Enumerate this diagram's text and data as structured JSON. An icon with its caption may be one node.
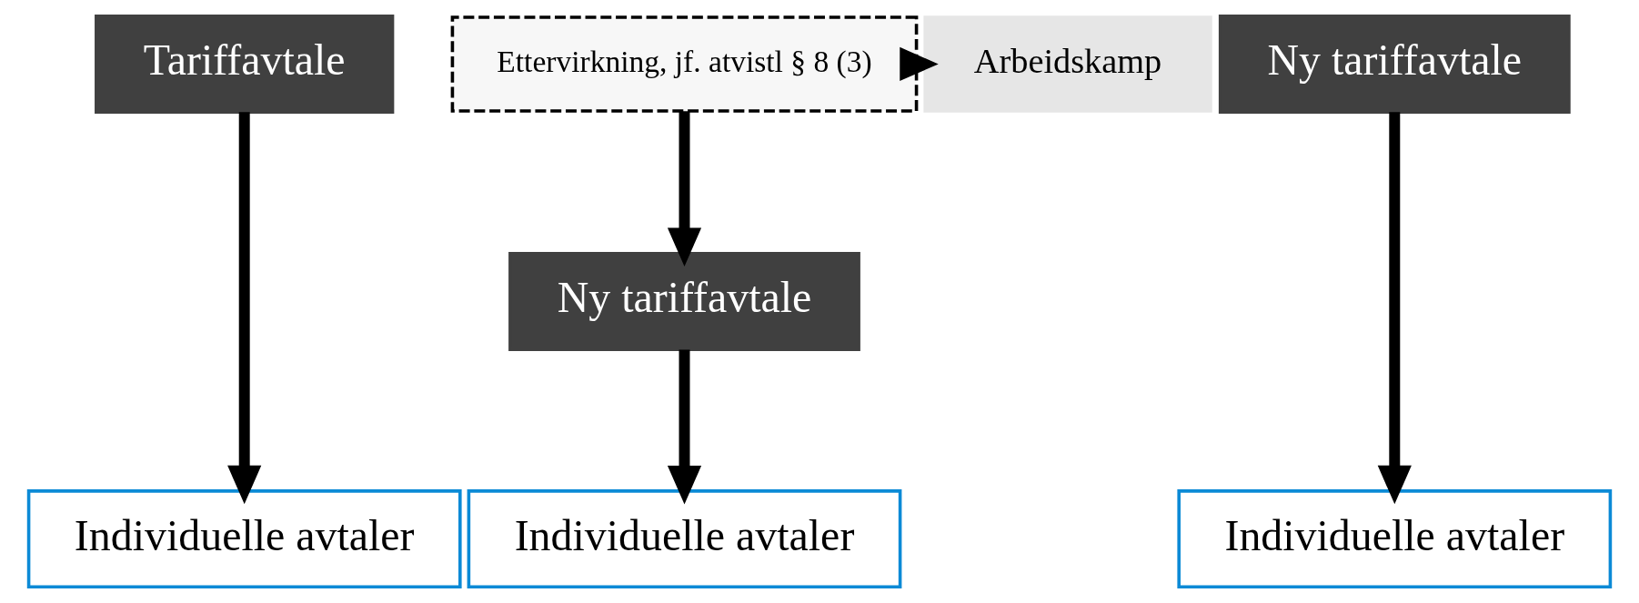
{
  "diagram": {
    "nodes": [
      {
        "text": [
          "Tariffavtale"
        ]
      },
      {
        "text": [
          "Ettervirkning, jf. atvistl § 8 (3)"
        ]
      },
      {
        "text": [
          "Arbeidskamp"
        ]
      },
      {
        "text": [
          "Ny tariffavtale"
        ]
      },
      {
        "text": [
          "Ny tariffavtale"
        ]
      },
      {
        "text": [
          "Individuelle avtaler"
        ]
      },
      {
        "text": [
          "Individuelle avtaler"
        ]
      },
      {
        "text": [
          "Individuelle avtaler"
        ]
      }
    ],
    "edges": [
      {
        "from": 0,
        "to": 5,
        "arrow": "to"
      },
      {
        "from": 1,
        "to": 2,
        "arrow": "to"
      },
      {
        "from": 1,
        "to": 4,
        "arrow": "to"
      },
      {
        "from": 4,
        "to": 6,
        "arrow": "to"
      },
      {
        "from": 3,
        "to": 7,
        "arrow": "to"
      }
    ]
  }
}
